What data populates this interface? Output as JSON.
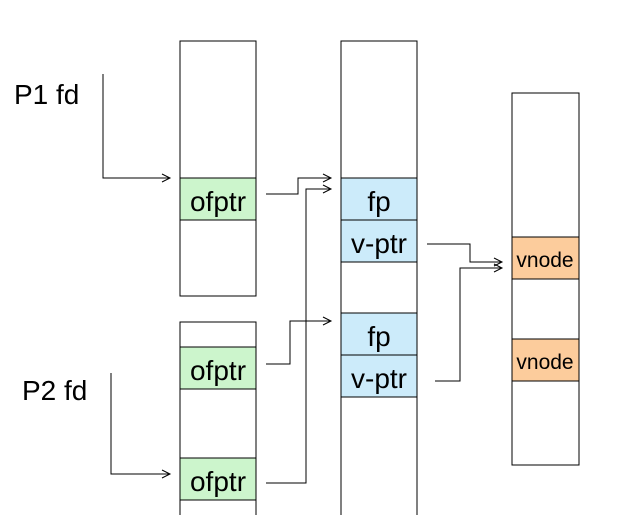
{
  "labels": {
    "p1": "P1 fd",
    "p2": "P2 fd"
  },
  "p1_table": {
    "entry": "ofptr"
  },
  "p2_table": {
    "entry_1": "ofptr",
    "entry_2": "ofptr"
  },
  "file_table": {
    "entry_1": {
      "fp": "fp",
      "vptr": "v-ptr"
    },
    "entry_2": {
      "fp": "fp",
      "vptr": "v-ptr"
    }
  },
  "vnode_table": {
    "entry_1": "vnode",
    "entry_2": "vnode"
  },
  "colors": {
    "ofptr_fill": "#ccf5cc",
    "file_entry_fill": "#ccebfa",
    "vnode_fill": "#fccc9c",
    "stroke": "#000000"
  }
}
